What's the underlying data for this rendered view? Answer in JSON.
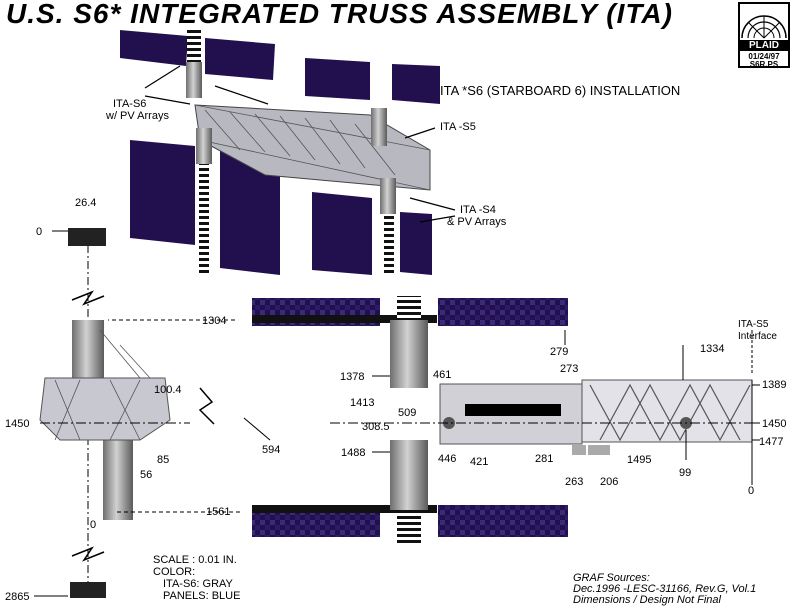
{
  "title": "U.S. S6* INTEGRATED TRUSS ASSEMBLY (ITA)",
  "logo": {
    "name": "PLAID",
    "date": "01/24/97",
    "code": "S6R.PS"
  },
  "subtitle": "ITA *S6 (STARBOARD 6) INSTALLATION",
  "iso_labels": {
    "s6_line1": "ITA-S6",
    "s6_line2": "w/ PV Arrays",
    "s5": "ITA -S5",
    "s4_line1": "ITA -S4",
    "s4_line2": "& PV Arrays"
  },
  "side_view_dims": {
    "d26_4": "26.4",
    "d0_top": "0",
    "d1304": "1304",
    "d1450": "1450",
    "d100_4": "100.4",
    "d85": "85",
    "d56": "56",
    "d594": "594",
    "d1561": "1561",
    "d0_bottom": "0",
    "d2865": "2865"
  },
  "front_view_dims": {
    "d279": "279",
    "d1378": "1378",
    "d461": "461",
    "d1413": "1413",
    "d509": "509",
    "d308_5": "308.5",
    "d1488": "1488",
    "d446": "446",
    "d421": "421",
    "d281": "281",
    "d273": "273",
    "d1334": "1334",
    "s5_line1": "ITA-S5",
    "s5_line2": "Interface",
    "d1389": "1389",
    "d1450": "1450",
    "d1477": "1477",
    "d1495": "1495",
    "d263": "263",
    "d206": "206",
    "d99": "99",
    "d0": "0"
  },
  "scale_notes": [
    "SCALE : 0.01 IN.",
    "COLOR:",
    "ITA-S6: GRAY",
    "PANELS: BLUE"
  ],
  "sources": [
    "GRAF Sources:",
    "Dec.1996 -LESC-31166, Rev.G, Vol.1",
    "Dimensions / Design Not Final"
  ],
  "colors": {
    "truss": "#b8b8c0",
    "panel": "#22104e",
    "panel_grid": "#3c2a7a",
    "cylinder": "#9a9a9a"
  }
}
